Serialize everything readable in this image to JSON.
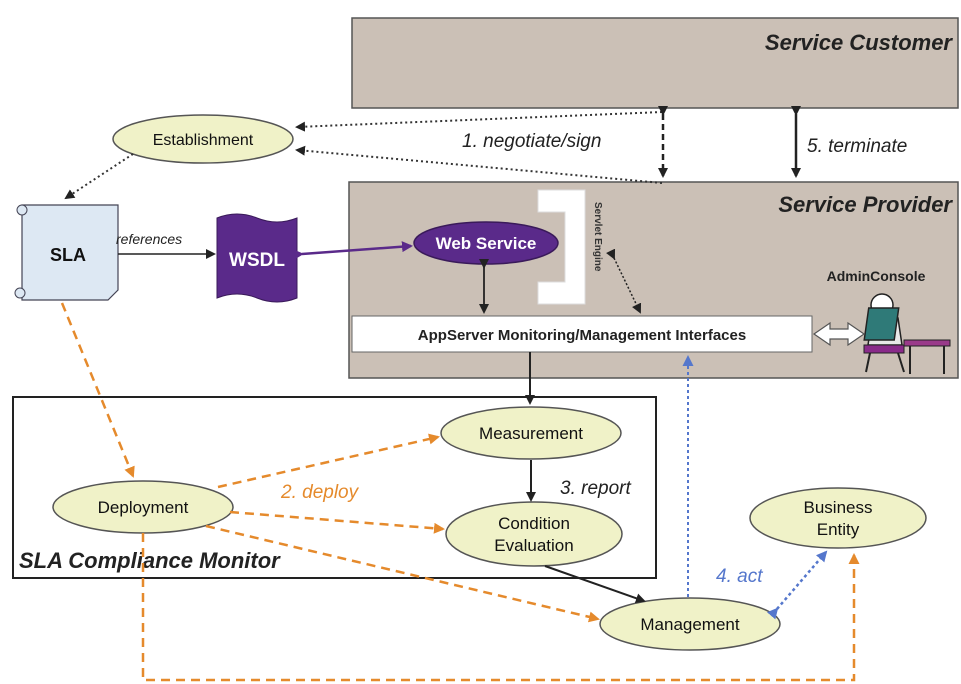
{
  "boxes": {
    "service_customer": "Service Customer",
    "service_provider": "Service Provider",
    "appserver": "AppServer Monitoring/Management Interfaces",
    "servlet_engine": "Servlet Engine",
    "admin_console": "AdminConsole",
    "compliance_monitor": "SLA Compliance Monitor",
    "sla": "SLA",
    "wsdl": "WSDL"
  },
  "nodes": {
    "establishment": "Establishment",
    "web_service": "Web Service",
    "measurement": "Measurement",
    "deployment": "Deployment",
    "condition_line1": "Condition",
    "condition_line2": "Evaluation",
    "management": "Management",
    "business_line1": "Business",
    "business_line2": "Entity"
  },
  "edge_labels": {
    "references": "references",
    "negotiate": "1. negotiate/sign",
    "deploy": "2. deploy",
    "report": "3. report",
    "act": "4. act",
    "terminate": "5. terminate"
  },
  "colors": {
    "panel": "#cbc0b6",
    "node_fill": "#f0f2c8",
    "web_service": "#5a2a8a",
    "wsdl": "#5a2a8a",
    "deploy_orange": "#e58a2c",
    "act_blue": "#5577cc",
    "sla_fill": "#dde8f3"
  }
}
